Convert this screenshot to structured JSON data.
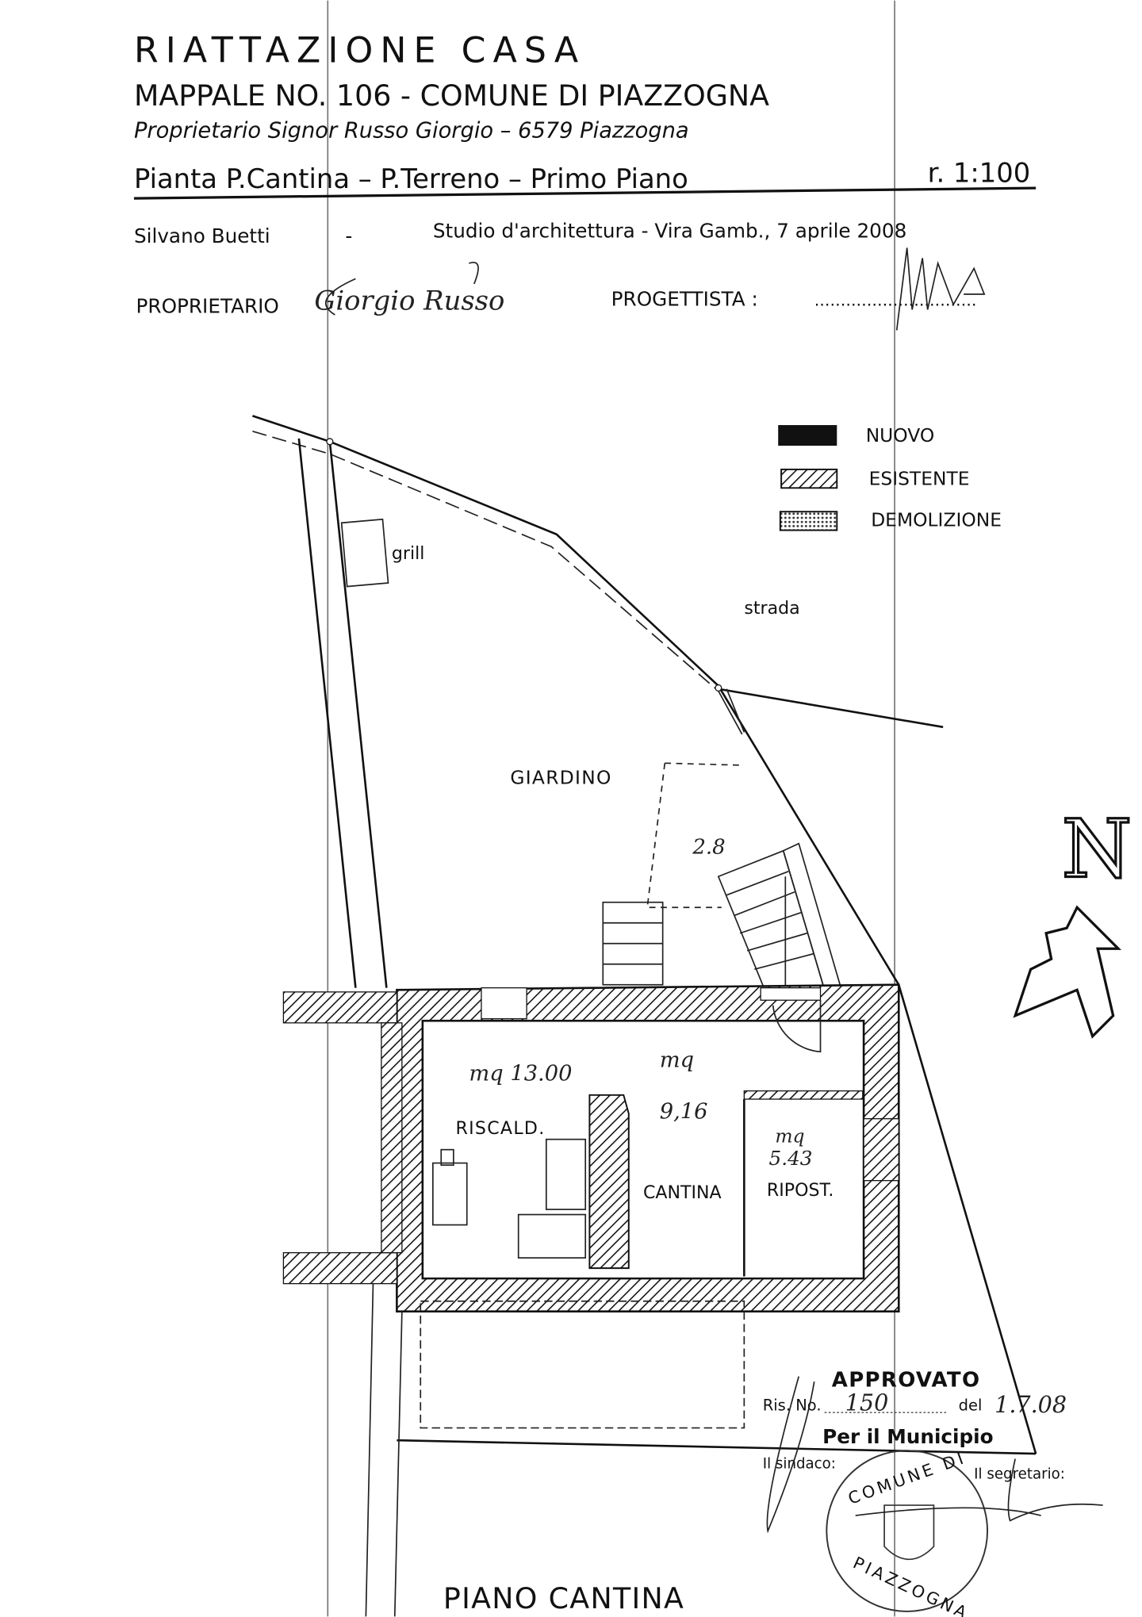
{
  "header": {
    "title": "RIATTAZIONE   CASA",
    "parcel": "MAPPALE NO. 106  -  COMUNE DI PIAZZOGNA",
    "owner_line": "Proprietario  Signor  Russo Giorgio   –   6579 Piazzogna",
    "plan_title": "Pianta P.Cantina – P.Terreno – Primo Piano",
    "scale": "r. 1:100",
    "architect": "Silvano Buetti",
    "dash": "-",
    "studio": "Studio d'architettura  -  Vira Gamb., 7 aprile 2008",
    "owner_label": "PROPRIETARIO",
    "owner_signature": "Giorgio Russo",
    "designer_label": "PROGETTISTA :",
    "designer_dots": "..............................."
  },
  "legend": [
    {
      "label": "NUOVO",
      "fill": "solid"
    },
    {
      "label": "ESISTENTE",
      "fill": "hatched"
    },
    {
      "label": "DEMOLIZIONE",
      "fill": "dotted"
    }
  ],
  "plan": {
    "grill": "grill",
    "strada": "strada",
    "giardino": "GIARDINO",
    "dimension_note": "2.8",
    "rooms": [
      {
        "name": "RISCALD.",
        "area": "mq 13.00"
      },
      {
        "name": "CANTINA",
        "area_label": "mq",
        "area": "9,16"
      },
      {
        "name": "RIPOST.",
        "area_label": "mq",
        "area": "5.43"
      }
    ],
    "north": "N",
    "floor_title": "PIANO  CANTINA"
  },
  "approval": {
    "title": "APPROVATO",
    "ris_label": "Ris. No.",
    "ris_value": "150",
    "del_label": "del",
    "del_value": "1.7.08",
    "municipio": "Per il Municipio",
    "sindaco": "Il sindaco:",
    "segretario": "Il segretario:",
    "stamp_top": "COMUNE DI",
    "stamp_bottom": "PIAZZOGNA"
  }
}
